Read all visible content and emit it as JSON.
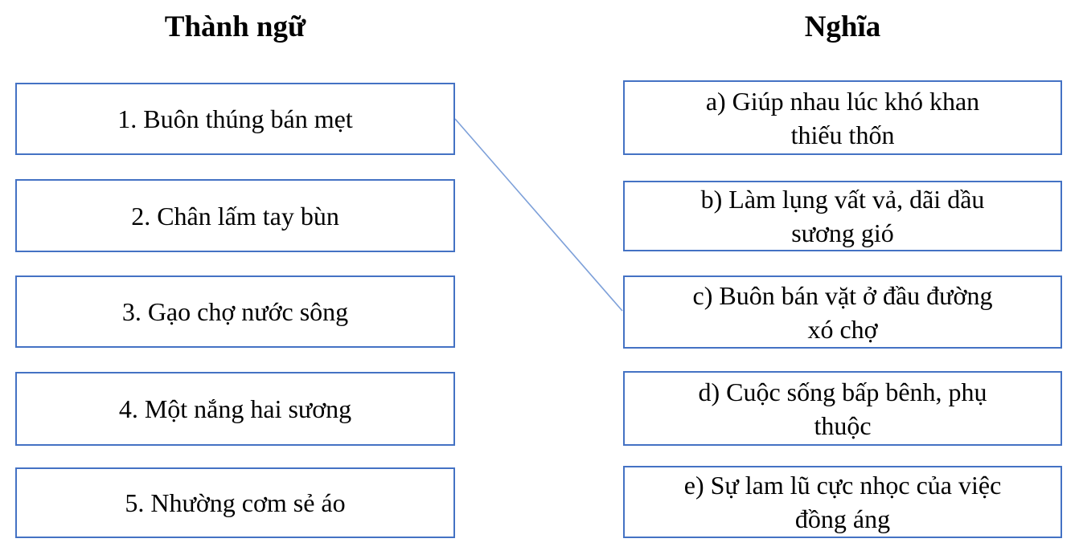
{
  "left_column": {
    "header": "Thành ngữ",
    "items": [
      {
        "id": "1",
        "label": "1. Buôn thúng bán mẹt"
      },
      {
        "id": "2",
        "label": "2. Chân lấm tay bùn"
      },
      {
        "id": "3",
        "label": "3. Gạo chợ nước sông"
      },
      {
        "id": "4",
        "label": "4. Một nắng hai sương"
      },
      {
        "id": "5",
        "label": "5. Nhường cơm sẻ áo"
      }
    ]
  },
  "right_column": {
    "header": "Nghĩa",
    "items": [
      {
        "id": "a",
        "label": "a) Giúp nhau lúc khó khan thiếu thốn",
        "lines": [
          "a) Giúp nhau lúc khó khan",
          "thiếu thốn"
        ]
      },
      {
        "id": "b",
        "label": "b) Làm lụng vất vả, dãi dầu sương gió",
        "lines": [
          "b) Làm lụng vất vả, dãi dầu",
          "sương gió"
        ]
      },
      {
        "id": "c",
        "label": "c) Buôn bán vặt ở đầu đường xó chợ",
        "lines": [
          "c) Buôn bán vặt ở đầu đường",
          "xó chợ"
        ]
      },
      {
        "id": "d",
        "label": "d) Cuộc sống bấp bênh, phụ thuộc",
        "lines": [
          "d) Cuộc sống bấp bênh, phụ",
          "thuộc"
        ]
      },
      {
        "id": "e",
        "label": "e) Sự lam lũ cực nhọc của việc đồng áng",
        "lines": [
          "e) Sự lam lũ cực nhọc của việc",
          "đồng áng"
        ]
      }
    ]
  },
  "connections": [
    {
      "from": "1",
      "to": "c"
    }
  ],
  "colors": {
    "box_border": "#4472c4",
    "connector_line": "#7da0d9",
    "text": "#000000",
    "background": "#ffffff"
  }
}
